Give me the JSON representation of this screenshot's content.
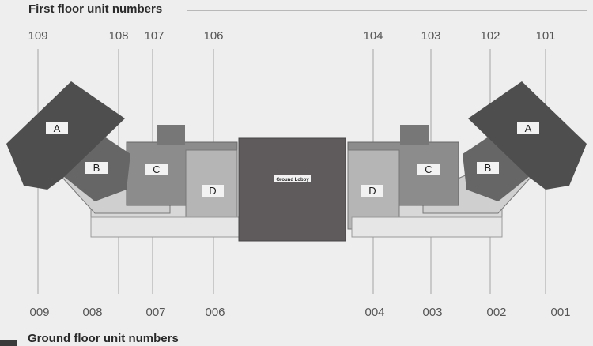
{
  "header": {
    "title": "First floor unit numbers"
  },
  "footer": {
    "title": "Ground floor unit numbers"
  },
  "first_floor_units": [
    "109",
    "108",
    "107",
    "106",
    "104",
    "103",
    "102",
    "101"
  ],
  "ground_floor_units": [
    "009",
    "008",
    "007",
    "006",
    "004",
    "003",
    "002",
    "001"
  ],
  "unit_types": {
    "left": [
      "A",
      "B",
      "C",
      "D"
    ],
    "right": [
      "D",
      "C",
      "B",
      "A"
    ]
  },
  "lobby_label": "Ground Lobby"
}
